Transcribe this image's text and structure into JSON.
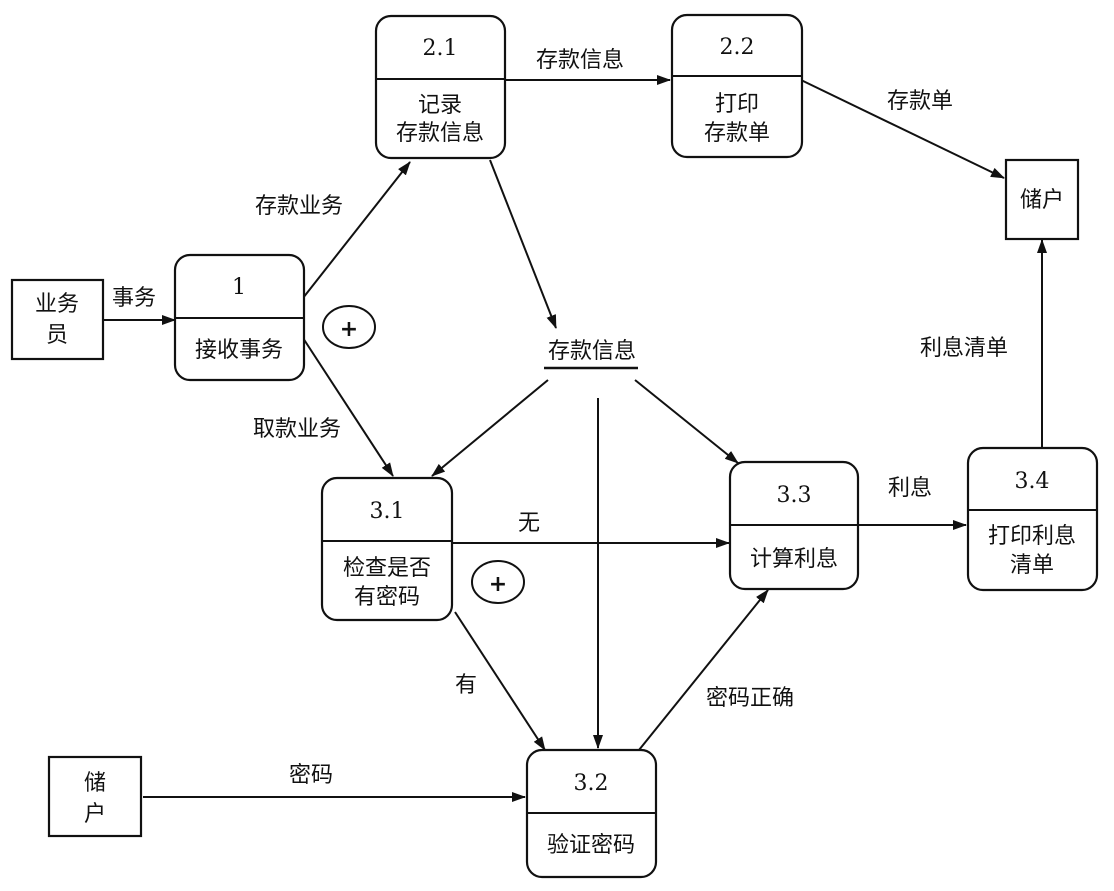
{
  "processes": {
    "p1": {
      "id": "1",
      "name": [
        "接收事务"
      ]
    },
    "p21": {
      "id": "2.1",
      "name": [
        "记录",
        "存款信息"
      ]
    },
    "p22": {
      "id": "2.2",
      "name": [
        "打印",
        "存款单"
      ]
    },
    "p31": {
      "id": "3.1",
      "name": [
        "检查是否",
        "有密码"
      ]
    },
    "p32": {
      "id": "3.2",
      "name": [
        "验证密码"
      ]
    },
    "p33": {
      "id": "3.3",
      "name": [
        "计算利息"
      ]
    },
    "p34": {
      "id": "3.4",
      "name": [
        "打印利息",
        "清单"
      ]
    }
  },
  "entities": {
    "clerk": [
      "业务",
      "员"
    ],
    "depositor1": [
      "储户"
    ],
    "depositor2": [
      "储",
      "户"
    ]
  },
  "datastore": {
    "name": "存款信息"
  },
  "flows": {
    "transaction": "事务",
    "deposit_business": "存款业务",
    "withdraw_business": "取款业务",
    "deposit_info": "存款信息",
    "deposit_slip": "存款单",
    "interest_list": "利息清单",
    "interest": "利息",
    "none": "无",
    "has": "有",
    "password": "密码",
    "password_correct": "密码正确"
  },
  "operators": {
    "or1": "+",
    "or2": "+"
  }
}
